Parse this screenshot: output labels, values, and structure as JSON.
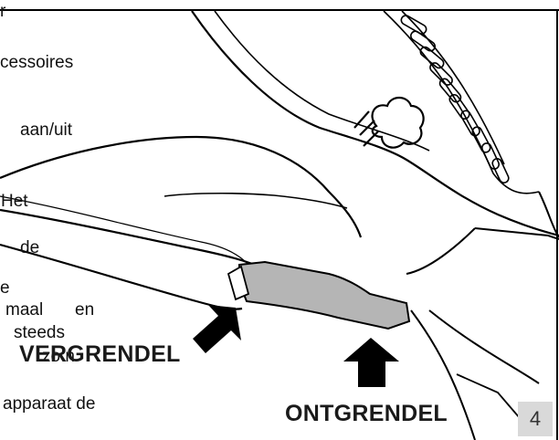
{
  "side_text": {
    "line_1": "r",
    "line_2": "cessoires",
    "line_3": "aan/uit",
    "line_4": "Het",
    "line_5": "de",
    "line_6": "e",
    "line_7a": "maal",
    "line_7b": "en",
    "line_8": "steeds",
    "line_9": "zo n",
    "line_10": "apparaat de"
  },
  "labels": {
    "lock": "VERGRENDEL",
    "unlock": "ONTGRENDEL"
  },
  "page_number": "4",
  "icons": [
    "steam-icon",
    "arrow-up-icon",
    "arrow-diagonal-icon"
  ],
  "colors": {
    "line": "#000000",
    "button_fill": "#b5b5b5",
    "badge_fill": "#d9d9d9"
  }
}
